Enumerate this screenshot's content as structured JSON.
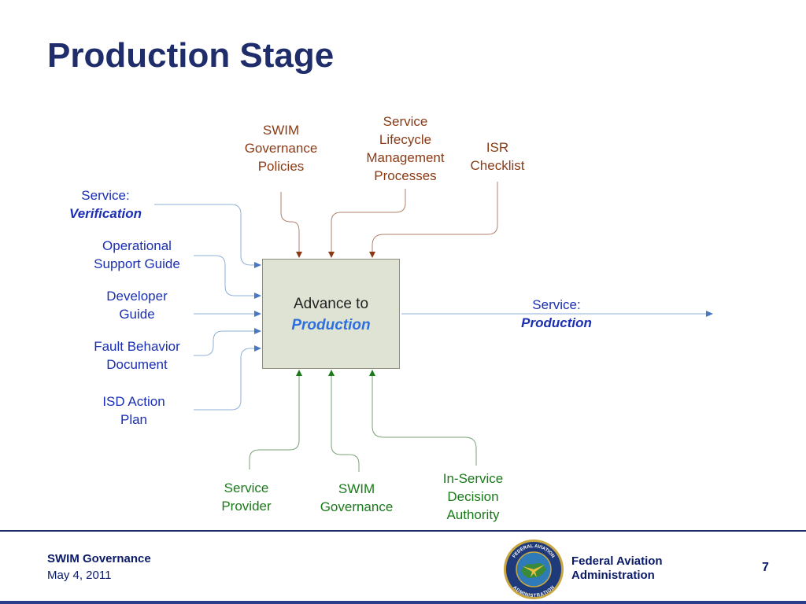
{
  "slide": {
    "title": "Production Stage"
  },
  "box": {
    "line1": "Advance to",
    "line2": "Production"
  },
  "controls": [
    {
      "lines": [
        "SWIM",
        "Governance",
        "Policies"
      ]
    },
    {
      "lines": [
        "Service",
        "Lifecycle",
        "Management",
        "Processes"
      ]
    },
    {
      "lines": [
        "ISR",
        "Checklist"
      ]
    }
  ],
  "inputs": [
    {
      "line1": "Service:",
      "line2": "Verification",
      "line2_style": "bold-italic"
    },
    {
      "line1": "Operational",
      "line2": "Support Guide"
    },
    {
      "line1": "Developer",
      "line2": "Guide"
    },
    {
      "line1": "Fault Behavior",
      "line2": "Document"
    },
    {
      "line1": "ISD Action",
      "line2": "Plan"
    }
  ],
  "output": {
    "line1": "Service:",
    "line2": "Production"
  },
  "mechanisms": [
    {
      "lines": [
        "Service",
        "Provider"
      ]
    },
    {
      "lines": [
        "SWIM",
        "Governance"
      ]
    },
    {
      "lines": [
        "In-Service",
        "Decision",
        "Authority"
      ]
    }
  ],
  "footer": {
    "left_title": "SWIM Governance",
    "date": "May 4, 2011",
    "org_line1": "Federal Aviation",
    "org_line2": "Administration",
    "page": "7"
  },
  "seal": {
    "top_text": "FEDERAL AVIATION",
    "bottom_text": "ADMINISTRATION"
  },
  "colors": {
    "title": "#1f2d6b",
    "control": "#8a3b16",
    "input": "#1a2fb3",
    "mechanism": "#1a7a1a",
    "input_line": "#8fb0d8",
    "box_fill": "#dfe3d3"
  }
}
